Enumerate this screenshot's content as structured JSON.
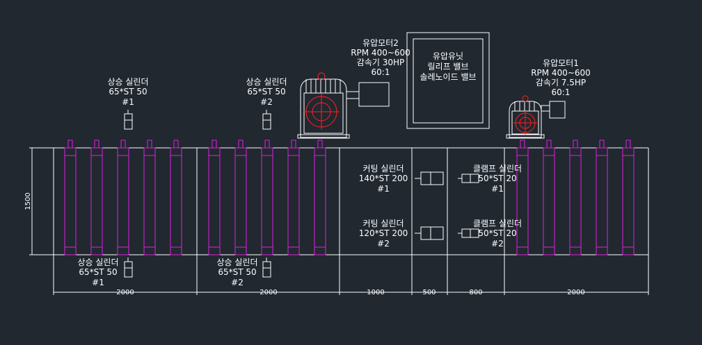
{
  "motor2": {
    "line1": "유압모터2",
    "line2": "RPM  400~600",
    "line3": "감속기 30HP",
    "line4": "60:1"
  },
  "motor1": {
    "line1": "유압모터1",
    "line2": "RPM  400~600",
    "line3": "감속기 7.5HP",
    "line4": "60:1"
  },
  "hydraulic_unit": {
    "line1": "유압유닛",
    "line2": "릴리프 밸브",
    "line3": "솔레노이드 밸브"
  },
  "lift_top_1": {
    "line1": "상승 실린더",
    "line2": "65*ST 50",
    "line3": "#1"
  },
  "lift_top_2": {
    "line1": "상승 실린더",
    "line2": "65*ST 50",
    "line3": "#2"
  },
  "lift_bottom_1": {
    "line1": "상승 실린더",
    "line2": "65*ST 50",
    "line3": "#1"
  },
  "lift_bottom_2": {
    "line1": "상승 실린더",
    "line2": "65*ST 50",
    "line3": "#2"
  },
  "cutting_1": {
    "line1": "커팅 실린더",
    "line2": "140*ST 200",
    "line3": "#1"
  },
  "cutting_2": {
    "line1": "커팅 실린더",
    "line2": "120*ST 200",
    "line3": "#2"
  },
  "clamp_1": {
    "line1": "클램프 실린더",
    "line2": "50*ST 20",
    "line3": "#1"
  },
  "clamp_2": {
    "line1": "클램프 실린더",
    "line2": "50*ST 20",
    "line3": "#2"
  },
  "dimensions": {
    "height": "1500",
    "d1": "2000",
    "d2": "2000",
    "d3": "1000",
    "d4": "500",
    "d5": "800",
    "d6": "2000"
  }
}
